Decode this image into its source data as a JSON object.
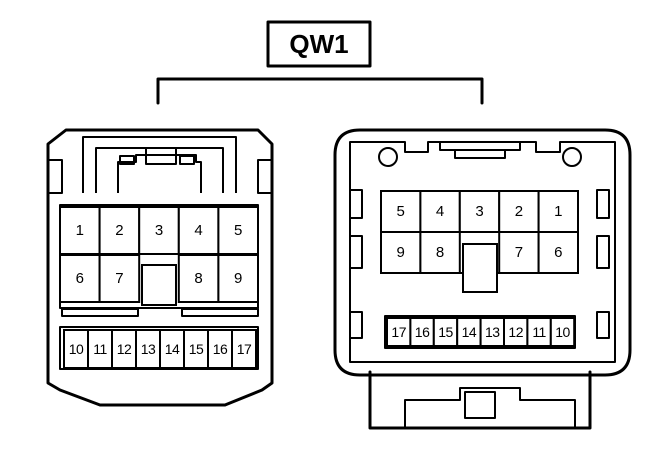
{
  "title": "QW1",
  "left_connector": {
    "top_row": [
      "1",
      "2",
      "3",
      "4",
      "5"
    ],
    "middle_row": [
      "6",
      "7",
      "",
      "8",
      "9"
    ],
    "bottom_row": [
      "10",
      "11",
      "12",
      "13",
      "14",
      "15",
      "16",
      "17"
    ]
  },
  "right_connector": {
    "top_row": [
      "5",
      "4",
      "3",
      "2",
      "1"
    ],
    "middle_row": [
      "9",
      "8",
      "",
      "7",
      "6"
    ],
    "bottom_row": [
      "17",
      "16",
      "15",
      "14",
      "13",
      "12",
      "11",
      "10"
    ]
  }
}
